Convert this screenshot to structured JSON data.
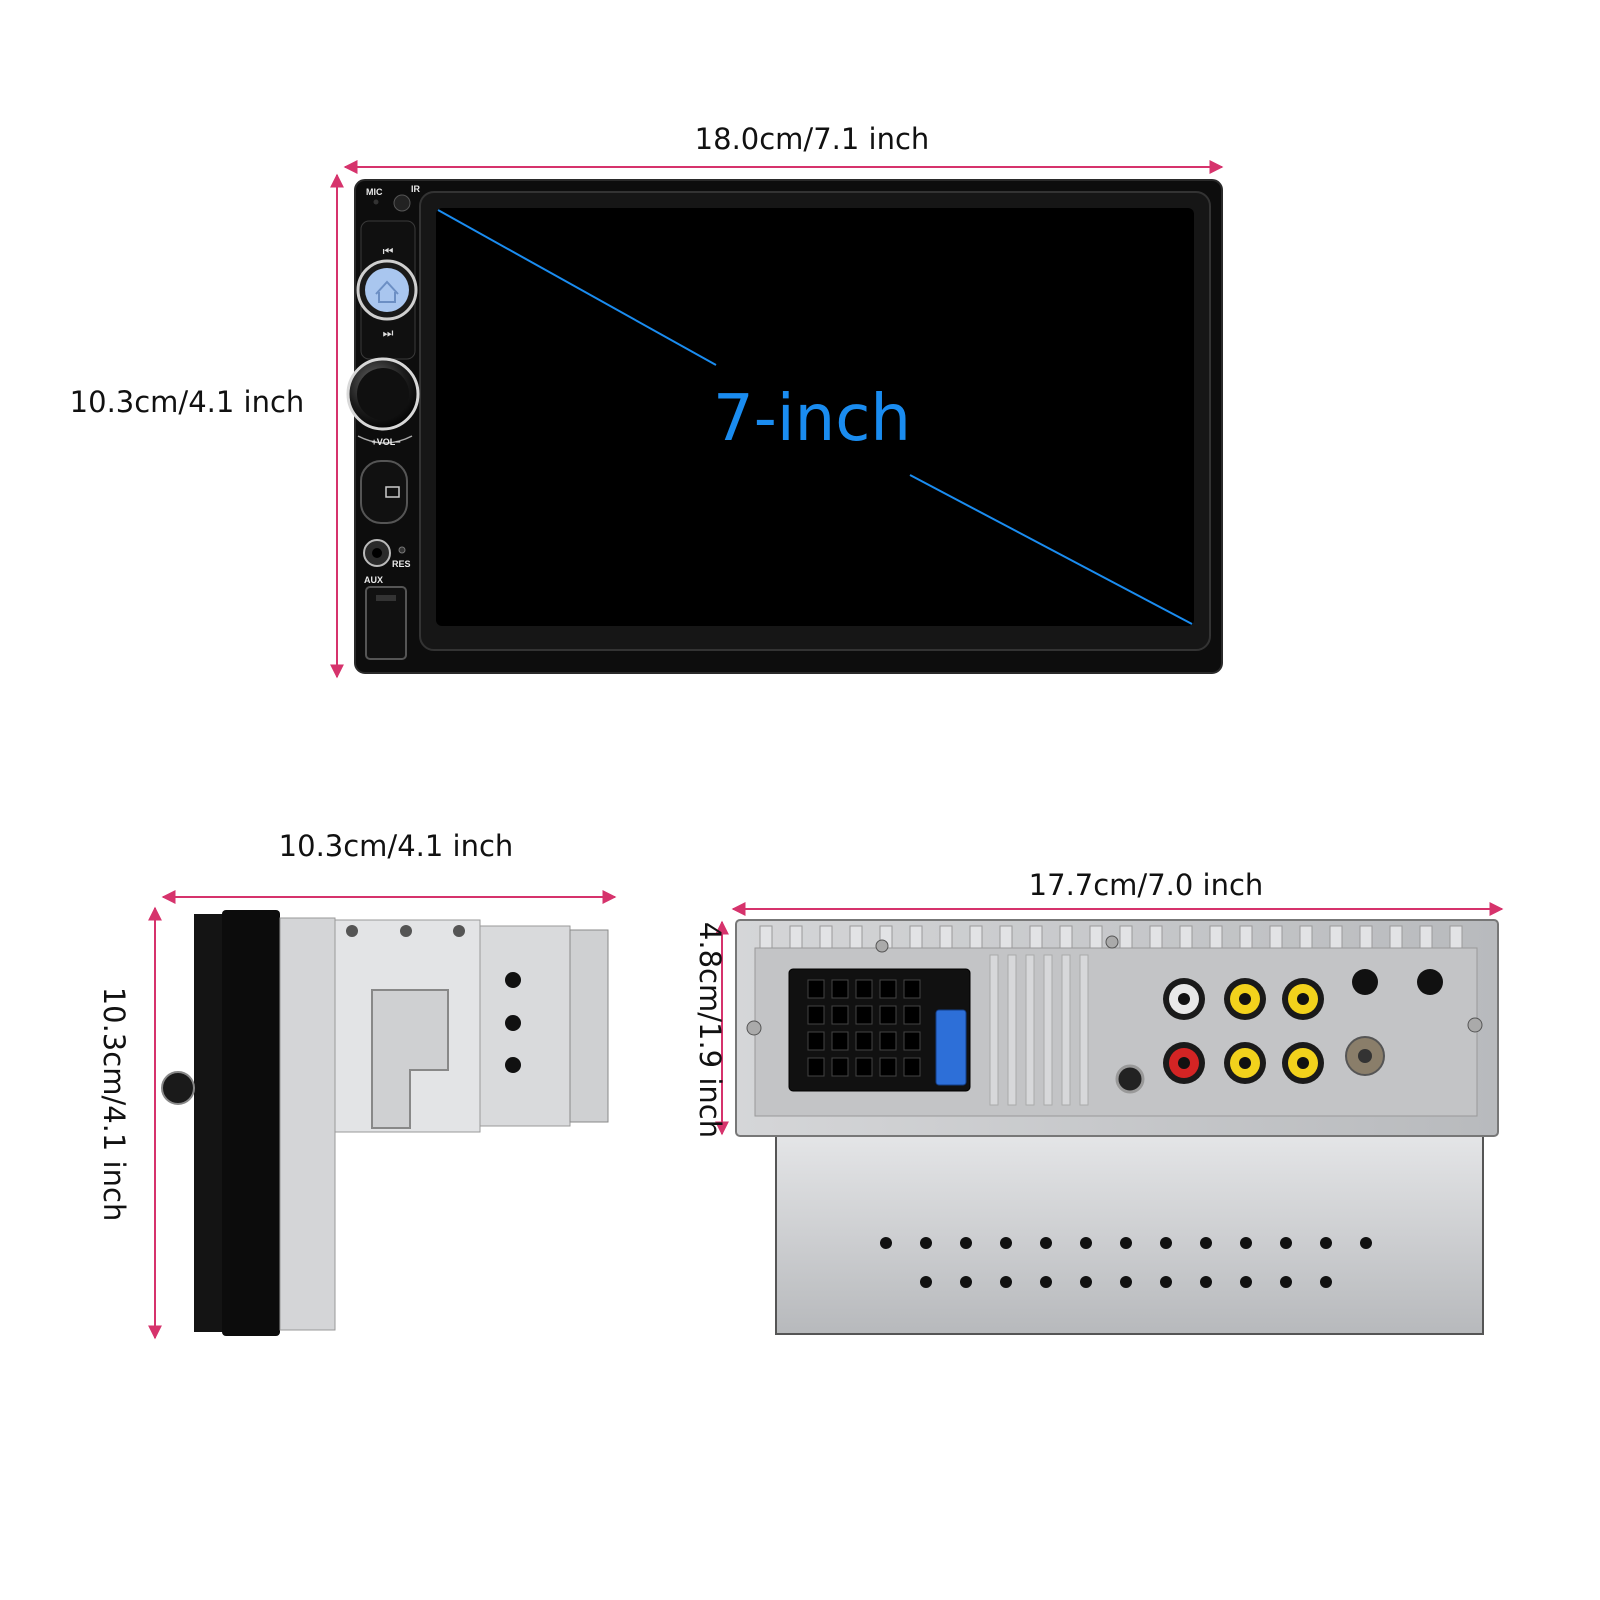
{
  "front_view": {
    "width_label": "18.0cm/7.1 inch",
    "height_label": "10.3cm/4.1 inch",
    "screen_label": "7-inch",
    "panel_labels": {
      "mic": "MIC",
      "ir": "IR",
      "vol": "+VOL−",
      "aux": "AUX",
      "res": "RES"
    }
  },
  "side_view": {
    "width_label": "10.3cm/4.1 inch",
    "height_label": "10.3cm/4.1 inch"
  },
  "back_view": {
    "width_label": "17.7cm/7.0 inch",
    "height_label": "4.8cm/1.9 inch"
  },
  "colors": {
    "dimension_line": "#d6336c",
    "screen_diagonal": "#1a8cf0",
    "device_body": "#0d0d0d",
    "metal_chassis": "#c9cacc",
    "rca_yellow": "#f2d21c",
    "rca_red": "#d42424"
  }
}
